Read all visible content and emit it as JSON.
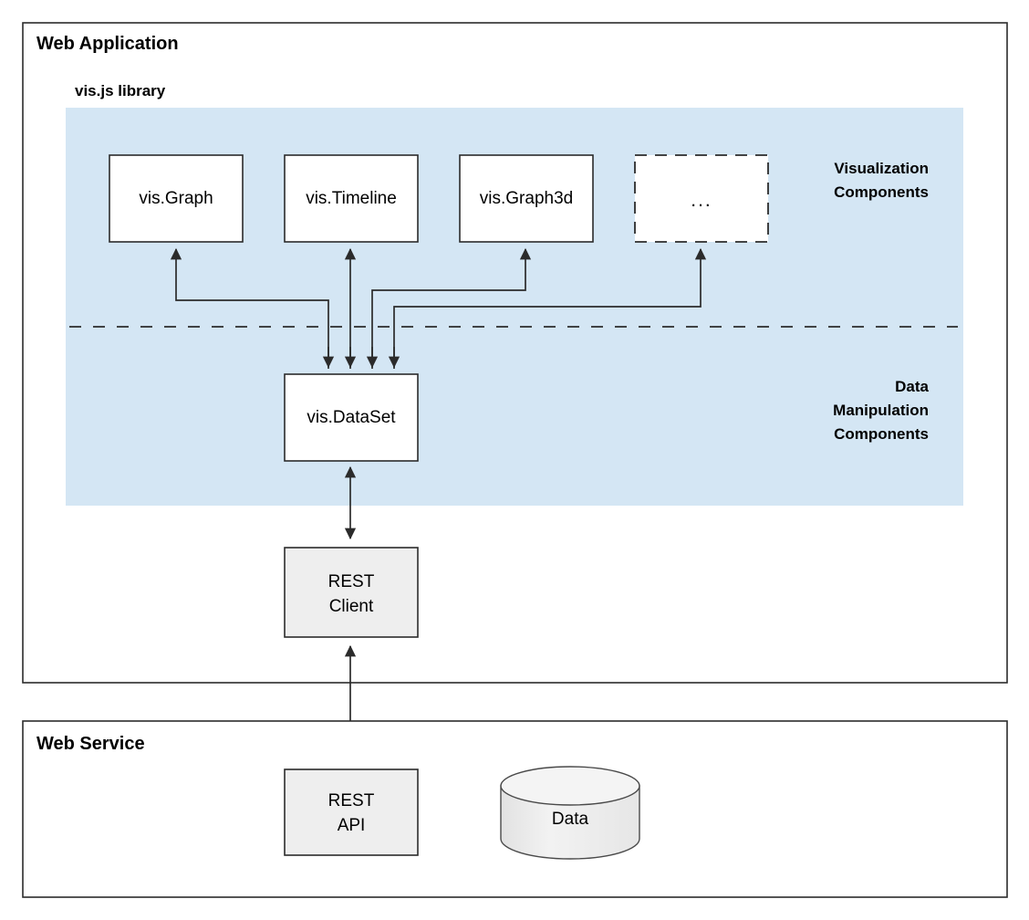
{
  "diagram": {
    "title_visible": false,
    "colors": {
      "library_panel": "#d4e6f4",
      "node_white": "#ffffff",
      "node_gray": "#eeeeee",
      "stroke": "#2b2b2b",
      "cylinder_fill": "#f0f0f0"
    },
    "containers": [
      {
        "id": "web-application",
        "label": "Web Application"
      },
      {
        "id": "web-service",
        "label": "Web Service"
      }
    ],
    "library": {
      "label": "vis.js library"
    },
    "zones": [
      {
        "id": "visualization",
        "lines": [
          "Visualization",
          "Components"
        ]
      },
      {
        "id": "data-manipulation",
        "lines": [
          "Data",
          "Manipulation",
          "Components"
        ]
      }
    ],
    "nodes": [
      {
        "id": "vis-graph",
        "label": "vis.Graph",
        "style": "white"
      },
      {
        "id": "vis-timeline",
        "label": "vis.Timeline",
        "style": "white"
      },
      {
        "id": "vis-graph3d",
        "label": "vis.Graph3d",
        "style": "white"
      },
      {
        "id": "more-components",
        "label": "...",
        "style": "dashed"
      },
      {
        "id": "vis-dataset",
        "label": "vis.DataSet",
        "style": "white"
      },
      {
        "id": "rest-client",
        "lines": [
          "REST",
          "Client"
        ],
        "style": "gray"
      },
      {
        "id": "rest-api",
        "lines": [
          "REST",
          "API"
        ],
        "style": "gray"
      },
      {
        "id": "data-store",
        "label": "Data",
        "style": "cylinder"
      }
    ],
    "connections": [
      {
        "from": "vis-dataset",
        "to": "vis-graph",
        "direction": "one-way"
      },
      {
        "from": "vis-dataset",
        "to": "vis-timeline",
        "direction": "one-way"
      },
      {
        "from": "vis-dataset",
        "to": "vis-graph3d",
        "direction": "one-way"
      },
      {
        "from": "vis-dataset",
        "to": "more-components",
        "direction": "one-way"
      },
      {
        "from": "vis-dataset",
        "to": "rest-client",
        "direction": "two-way"
      },
      {
        "from": "rest-client",
        "to": "rest-api",
        "direction": "two-way"
      },
      {
        "from": "rest-api",
        "to": "data-store",
        "direction": "two-way"
      }
    ]
  }
}
